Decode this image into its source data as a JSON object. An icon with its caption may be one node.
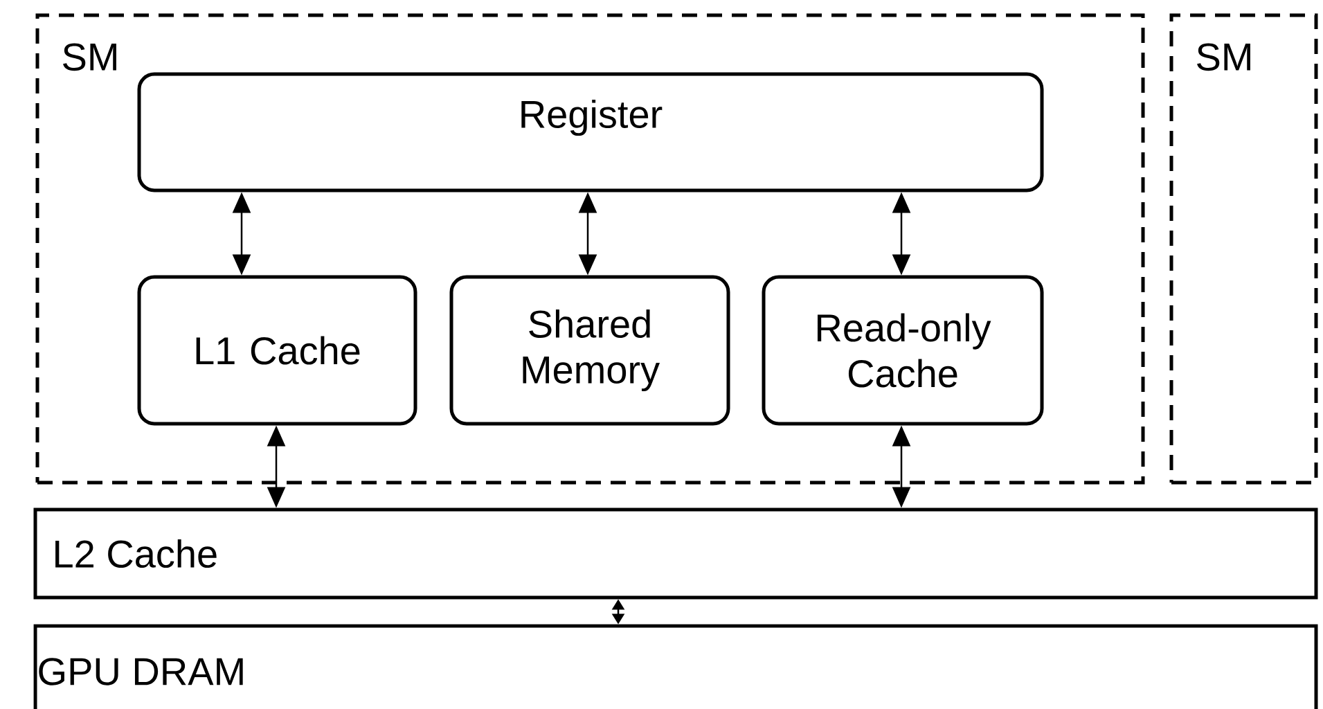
{
  "diagram": {
    "nodes": [
      {
        "text": [
          "SM"
        ]
      },
      {
        "text": [
          "Register"
        ],
        "in": 0
      },
      {
        "text": [
          "L1 Cache"
        ],
        "in": 0
      },
      {
        "text": [
          "Shared Memory"
        ],
        "in": 0
      },
      {
        "text": [
          "Read-only Cache"
        ],
        "in": 0
      },
      {
        "text": [
          "SM"
        ]
      },
      {
        "text": [
          "L2 Cache"
        ]
      },
      {
        "text": [
          "GPU DRAM"
        ]
      }
    ],
    "edges": [
      {
        "from": 1,
        "to": 2,
        "arrow": "both"
      },
      {
        "from": 1,
        "to": 3,
        "arrow": "both"
      },
      {
        "from": 1,
        "to": 4,
        "arrow": "both"
      },
      {
        "from": 2,
        "to": 6,
        "arrow": "both"
      },
      {
        "from": 4,
        "to": 6,
        "arrow": "both"
      },
      {
        "from": 6,
        "to": 7,
        "arrow": "both"
      }
    ]
  }
}
